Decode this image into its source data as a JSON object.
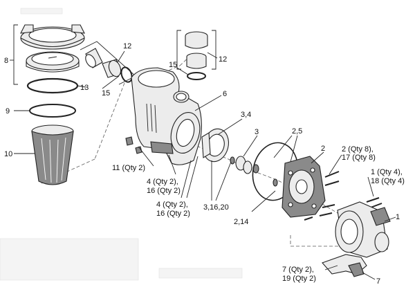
{
  "labels": {
    "l8": "8",
    "l13": "13",
    "l9": "9",
    "l10": "10",
    "l12a": "12",
    "l15a": "15",
    "l12b": "12",
    "l15b": "15",
    "l6": "6",
    "l34": "3,4",
    "l3": "3",
    "l25": "2,5",
    "l2": "2",
    "l11a": "11 (Qty 2)",
    "l4a1": "4 (Qty 2),",
    "l4a2": "16 (Qty 2)",
    "l4b1": "4 (Qty 2),",
    "l4b2": "16 (Qty 2)",
    "l31620": "3,16,20",
    "l214": "2,14",
    "l2q1": "2 (Qty 8),",
    "l2q2": "17 (Qty 8)",
    "l1q1": "1 (Qty 4),",
    "l1q2": "18 (Qty 4)",
    "l1": "1",
    "l7q1": "7 (Qty 2),",
    "l7q2": "19 (Qty 2)",
    "l7": "7"
  }
}
